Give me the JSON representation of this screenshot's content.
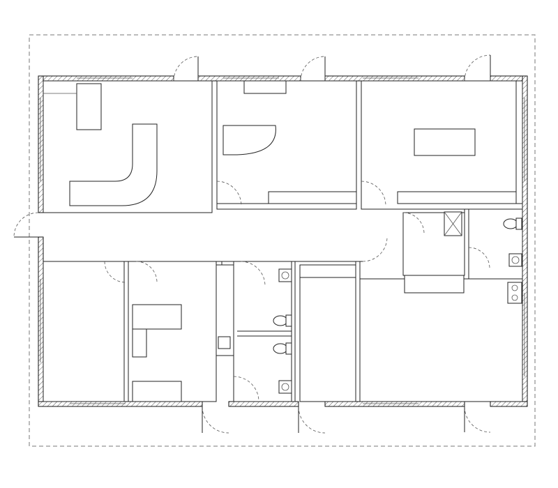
{
  "plan": {
    "colors": {
      "background": "#ffffff",
      "line": "#222222",
      "hatch": "#555555",
      "dashed": "#777777"
    },
    "rooms": [
      "reception-room",
      "office-north-center",
      "office-north-east",
      "corridor",
      "office-south-west",
      "office-south-center",
      "restroom-block",
      "storage-room",
      "office-south-east",
      "restroom-east",
      "utility-closet"
    ],
    "fixtures": [
      "reception-desk",
      "curved-desk",
      "conference-table",
      "work-table",
      "toilet",
      "sink",
      "kitchen-sink",
      "shower"
    ]
  }
}
